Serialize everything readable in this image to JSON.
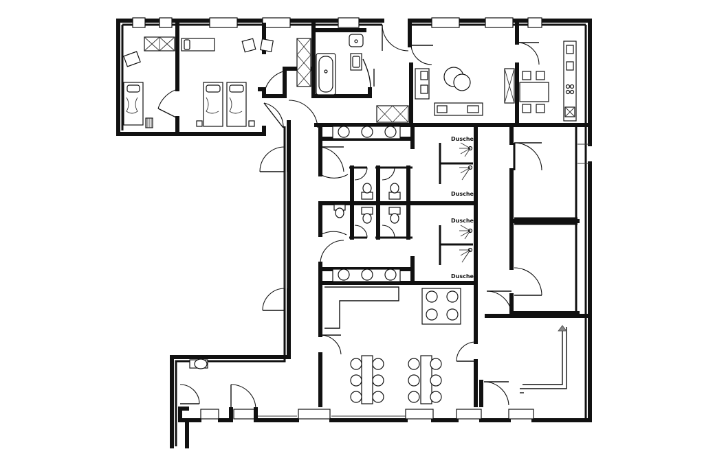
{
  "labels": {
    "shower_1": "Dusche",
    "shower_2": "Dusche",
    "shower_3": "Dusche",
    "shower_4": "Dusche"
  }
}
